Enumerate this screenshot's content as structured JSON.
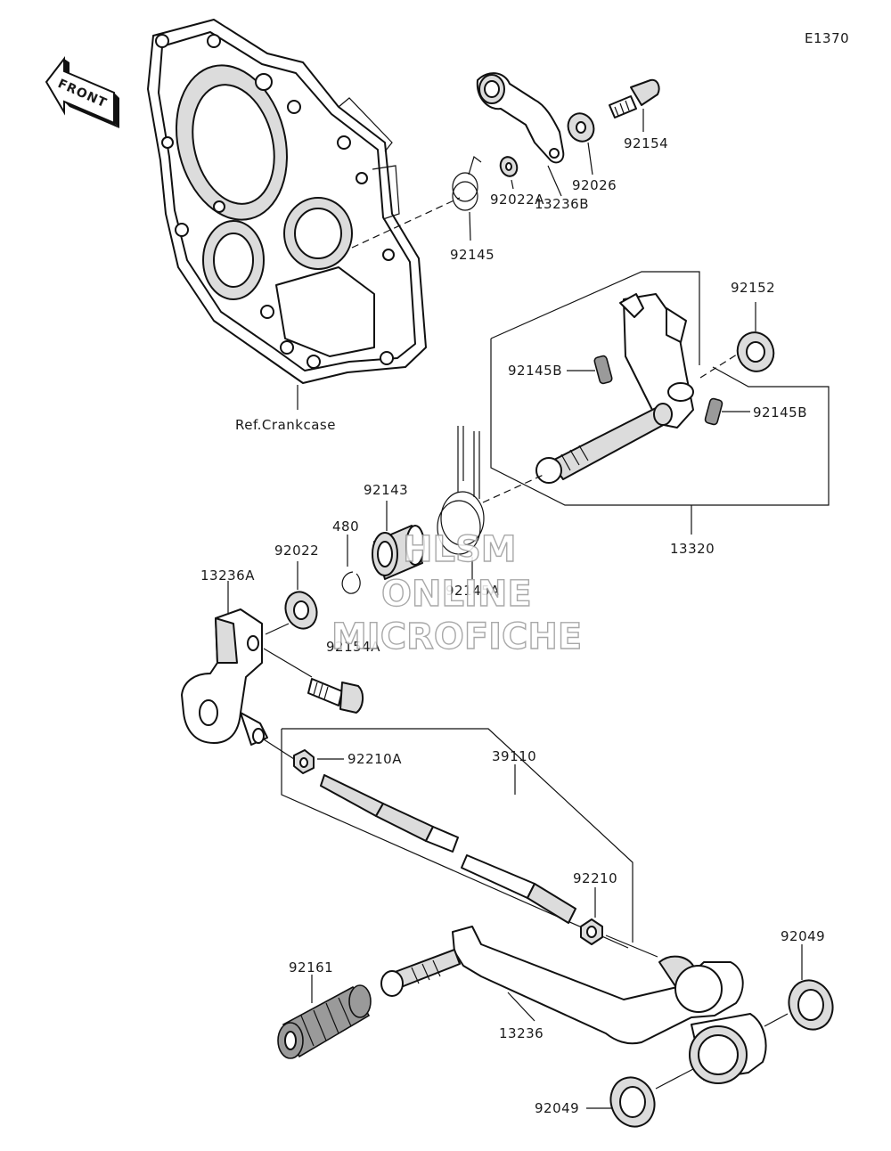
{
  "diagram_code": "E1370",
  "front_label": "FRONT",
  "reference_label": "Ref.Crankcase",
  "watermark": {
    "line1": "HLSM",
    "line2": "ONLINE",
    "line3": "MICROFICHE"
  },
  "part_numbers": {
    "p92154": "92154",
    "p92026": "92026",
    "p13236B": "13236B",
    "p92022A": "92022A",
    "p92145": "92145",
    "p92152": "92152",
    "p92145B_left": "92145B",
    "p92145B_right": "92145B",
    "p13320": "13320",
    "p92143": "92143",
    "p480": "480",
    "p92145A": "92145A",
    "p92022": "92022",
    "p13236A": "13236A",
    "p92154A": "92154A",
    "p92210A": "92210A",
    "p39110": "39110",
    "p92210": "92210",
    "p92049_top": "92049",
    "p92049_bottom": "92049",
    "p92161": "92161",
    "p13236": "13236"
  }
}
